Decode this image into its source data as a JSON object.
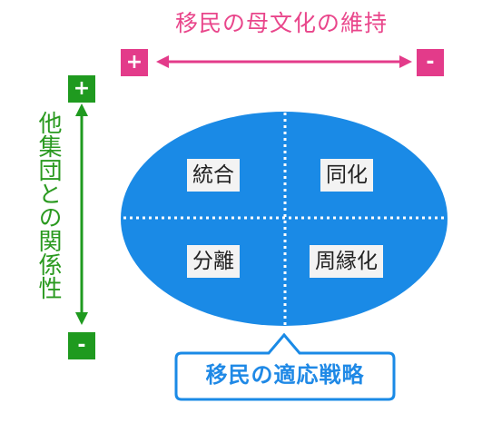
{
  "horizontal_axis": {
    "title": "移民の母文化の維持",
    "left_sign": "+",
    "right_sign": "-",
    "color": "#e33b8a"
  },
  "vertical_axis": {
    "title": "他集団との関係性",
    "top_sign": "+",
    "bottom_sign": "-",
    "color": "#1f9a1f"
  },
  "quadrants": {
    "top_left": "統合",
    "top_right": "同化",
    "bottom_left": "分離",
    "bottom_right": "周縁化"
  },
  "ellipse_color": "#1a8ae6",
  "callout": "移民の適応戦略"
}
